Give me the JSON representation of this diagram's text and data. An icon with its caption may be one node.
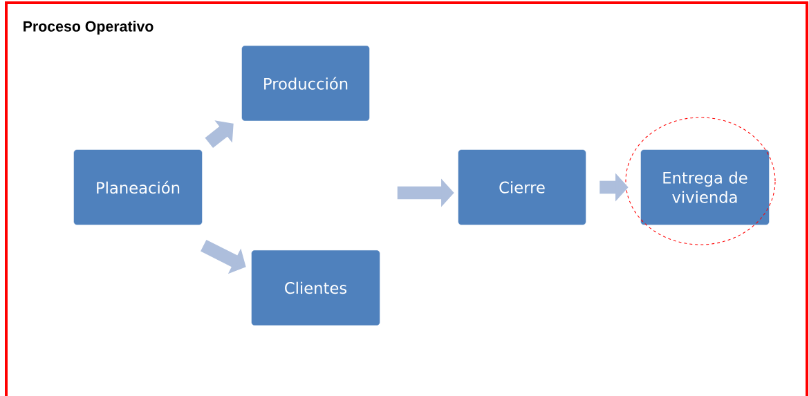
{
  "diagram": {
    "title": "Proceso Operativo",
    "nodes": [
      {
        "text": [
          "Planeación"
        ]
      },
      {
        "text": [
          "Producción"
        ]
      },
      {
        "text": [
          "Clientes"
        ]
      },
      {
        "text": [
          "Cierre"
        ]
      },
      {
        "text": [
          "Entrega de vivienda"
        ]
      }
    ],
    "edges": [
      {
        "from": 0,
        "to": 1,
        "arrow": "to"
      },
      {
        "from": 0,
        "to": 2,
        "arrow": "to"
      },
      {
        "from": null,
        "to": 3,
        "arrow": "to"
      },
      {
        "from": 3,
        "to": 4,
        "arrow": "to"
      }
    ]
  }
}
